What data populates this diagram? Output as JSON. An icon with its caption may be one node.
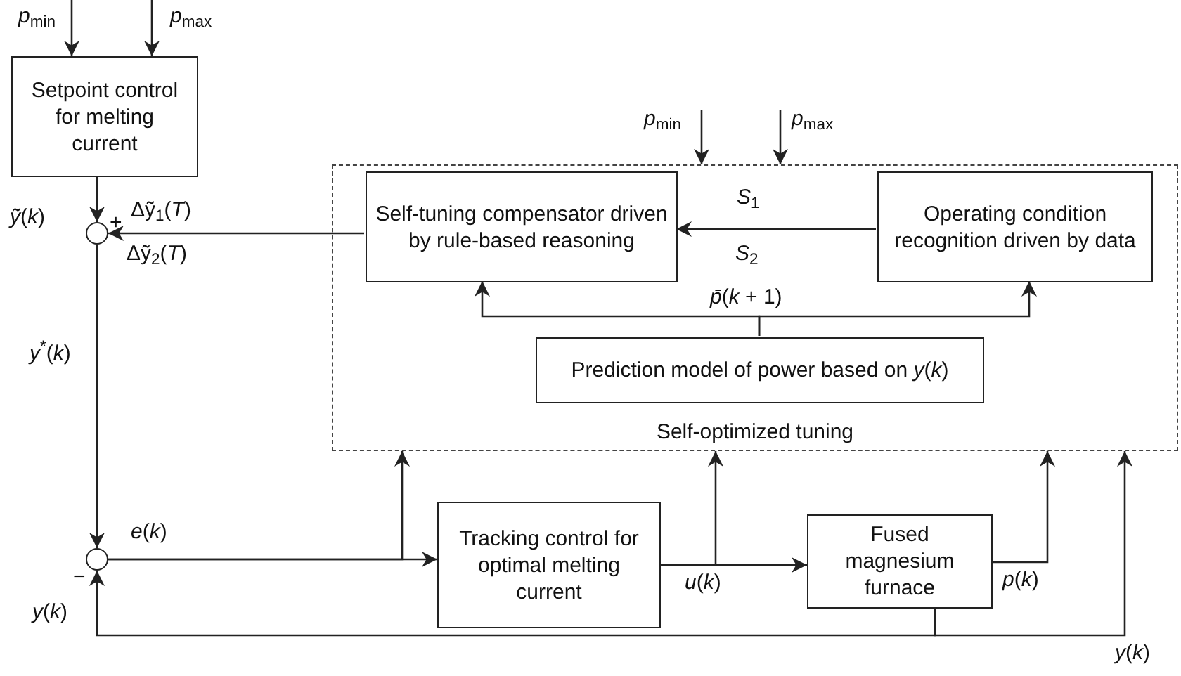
{
  "diagram": {
    "nodes": [
      {
        "text": [
          "Setpoint control for melting current"
        ]
      },
      {
        "text": [],
        "shape": "circle"
      },
      {
        "text": [
          "Self-optimized tuning"
        ]
      },
      {
        "text": [
          "Self-tuning compensator driven by rule-based reasoning"
        ],
        "in": 2
      },
      {
        "text": [
          "Operating condition recognition driven by data"
        ],
        "in": 2
      },
      {
        "text": [
          "Prediction model of power based on *y*(*k*)"
        ],
        "in": 2
      },
      {
        "text": [],
        "shape": "circle"
      },
      {
        "text": [
          "Tracking control for optimal melting current"
        ]
      },
      {
        "text": [
          "Fused magnesium furnace"
        ]
      }
    ],
    "edges": [
      {
        "from": null,
        "to": 0,
        "arrow": "to",
        "label": "*p*$_{min}$"
      },
      {
        "from": null,
        "to": 0,
        "arrow": "to",
        "label": "*p*$_{max}$"
      },
      {
        "from": 0,
        "to": 1,
        "arrow": "to",
        "label": "*ỹ*(*k*)"
      },
      {
        "from": 3,
        "to": 1,
        "arrow": "to",
        "label": "Δỹ$_{1}$(*T*)"
      },
      {
        "from": 1,
        "to": 6,
        "arrow": "to",
        "label": "*y*$^{*}$(*k*)"
      },
      {
        "from": 4,
        "to": 3,
        "arrow": "to",
        "label": "*S*$_{1}$"
      },
      {
        "from": 5,
        "to": 3,
        "arrow": "to",
        "label": "*p̄*(*k* + 1)"
      },
      {
        "from": 5,
        "to": 4,
        "arrow": "to"
      },
      {
        "from": 6,
        "to": 7,
        "arrow": "to",
        "label": "*e*(*k*)"
      },
      {
        "from": 6,
        "to": 2,
        "arrow": "to"
      },
      {
        "from": 7,
        "to": 8,
        "arrow": "to",
        "label": "*u*(*k*)"
      },
      {
        "from": 7,
        "to": 2,
        "arrow": "to"
      },
      {
        "from": 8,
        "to": 2,
        "arrow": "to",
        "label": "*p*(*k*)"
      },
      {
        "from": 8,
        "to": 6,
        "arrow": "to",
        "label": "*y*(*k*)"
      },
      {
        "from": 8,
        "to": 2,
        "arrow": "to",
        "label": "*y*(*k*)"
      },
      {
        "from": null,
        "to": 2,
        "arrow": "to",
        "label": "*p*$_{min}$"
      },
      {
        "from": null,
        "to": 2,
        "arrow": "to",
        "label": "*p*$_{max}$"
      }
    ],
    "labels": [
      "+",
      "Δỹ$_{2}$(*T*)",
      "*S*$_{2}$",
      "−"
    ]
  }
}
